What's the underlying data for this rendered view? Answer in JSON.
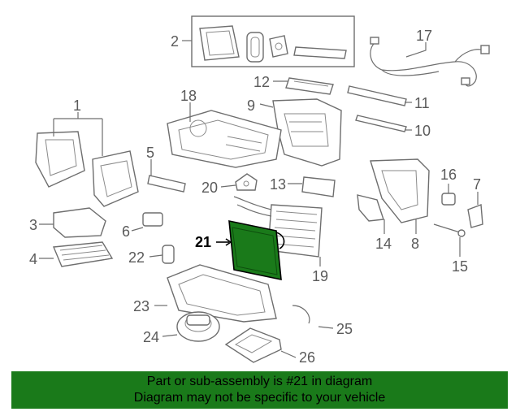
{
  "diagram": {
    "callouts": [
      {
        "id": "1",
        "label": "1"
      },
      {
        "id": "2",
        "label": "2"
      },
      {
        "id": "3",
        "label": "3"
      },
      {
        "id": "4",
        "label": "4"
      },
      {
        "id": "5",
        "label": "5"
      },
      {
        "id": "6",
        "label": "6"
      },
      {
        "id": "7",
        "label": "7"
      },
      {
        "id": "8",
        "label": "8"
      },
      {
        "id": "9",
        "label": "9"
      },
      {
        "id": "10",
        "label": "10"
      },
      {
        "id": "11",
        "label": "11"
      },
      {
        "id": "12",
        "label": "12"
      },
      {
        "id": "13",
        "label": "13"
      },
      {
        "id": "14",
        "label": "14"
      },
      {
        "id": "15",
        "label": "15"
      },
      {
        "id": "16",
        "label": "16"
      },
      {
        "id": "17",
        "label": "17"
      },
      {
        "id": "18",
        "label": "18"
      },
      {
        "id": "19",
        "label": "19"
      },
      {
        "id": "20",
        "label": "20"
      },
      {
        "id": "21",
        "label": "21"
      },
      {
        "id": "22",
        "label": "22"
      },
      {
        "id": "23",
        "label": "23"
      },
      {
        "id": "24",
        "label": "24"
      },
      {
        "id": "25",
        "label": "25"
      },
      {
        "id": "26",
        "label": "26"
      }
    ],
    "highlighted_part": "21",
    "highlight_color": "#1a7a1a"
  },
  "footer": {
    "line1": "Part or sub-assembly is #21 in diagram",
    "line2": "Diagram may not be specific to your vehicle",
    "background": "#1a7a1a"
  }
}
